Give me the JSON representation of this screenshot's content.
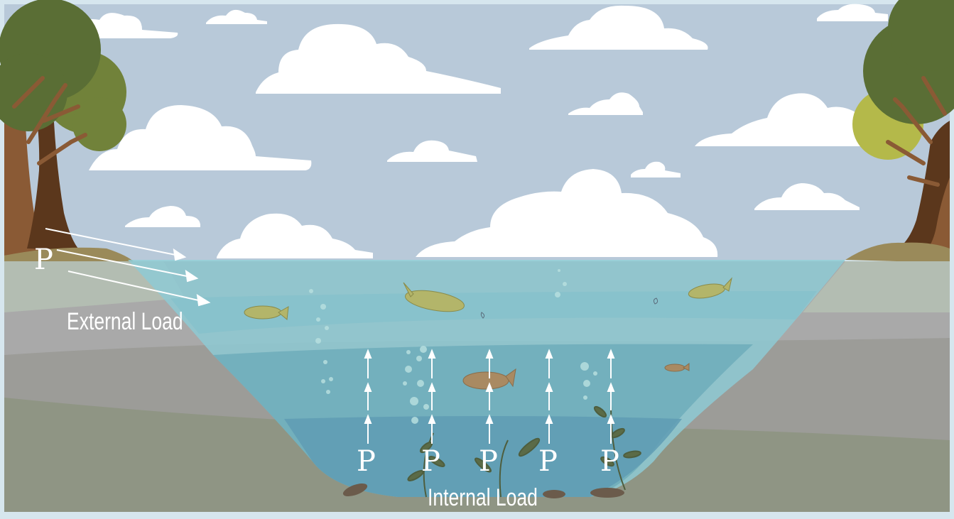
{
  "labels": {
    "external_p": "P",
    "external_load": "External Load",
    "internal_p": [
      "P",
      "P",
      "P",
      "P",
      "P"
    ],
    "internal_load": "Internal Load"
  },
  "colors": {
    "sky": "#b8c9d9",
    "cloud": "#ffffff",
    "water_surface": "#8ecad4",
    "water_deep": "#5f9cb4",
    "sediment": "#8f9584",
    "bank_grey": "#a9a9a9",
    "tree_trunk": "#8a5a35",
    "foliage_dark": "#5a6e35",
    "foliage_light": "#b4b94a",
    "fish": "#b3b56a",
    "arrow": "#ffffff"
  },
  "icons": [
    "tree-icon",
    "cloud-icon",
    "fish-icon",
    "arrow-icon",
    "aquatic-plant-icon",
    "bubble-icon",
    "rock-icon"
  ]
}
